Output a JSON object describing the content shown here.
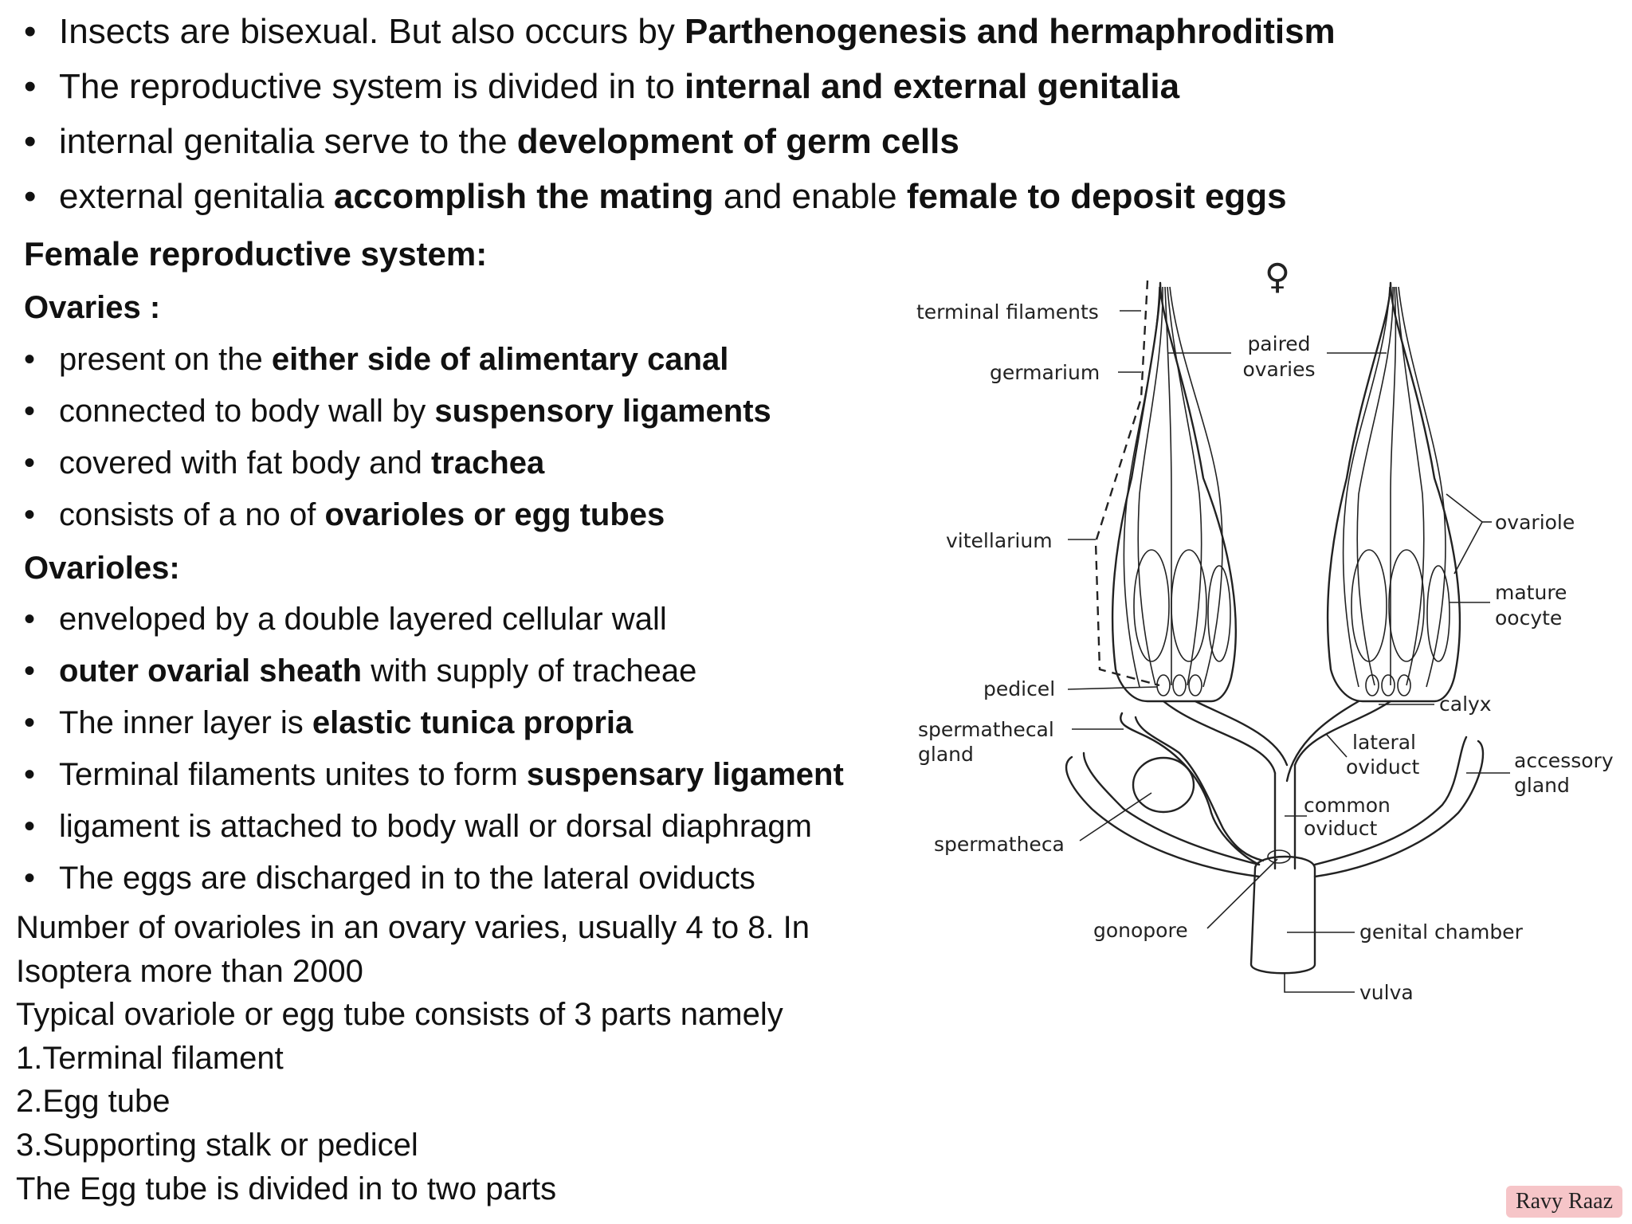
{
  "bullets_top": [
    {
      "plain": "Insects are bisexual. But also occurs by ",
      "bold": "Parthenogenesis and hermaphroditism"
    },
    {
      "plain": "The reproductive system is divided in to ",
      "bold": "internal and external genitalia"
    },
    {
      "plain": "internal genitalia serve to the ",
      "bold": "development of germ cells"
    },
    {
      "plain": "external genitalia ",
      "bold": "accomplish the mating",
      "plain2": " and enable ",
      "bold2": "female to deposit eggs"
    }
  ],
  "heading_female": "Female reproductive system:",
  "heading_ovaries": "Ovaries :",
  "ovaries_bullets": [
    {
      "plain": "present on the ",
      "bold": "either side of alimentary canal"
    },
    {
      "plain": "connected to body wall by ",
      "bold": "suspensory ligaments"
    },
    {
      "plain": "covered with fat body and ",
      "bold": "trachea"
    },
    {
      "plain": "consists of a no of ",
      "bold": "ovarioles or egg tubes"
    }
  ],
  "heading_ovarioles": "Ovarioles:",
  "ovarioles_bullets": [
    {
      "plain": "enveloped by a double layered cellular wall"
    },
    {
      "bold": "outer ovarial sheath",
      "plain": " with supply of tracheae"
    },
    {
      "plain": "The inner layer is ",
      "bold": "elastic tunica propria"
    },
    {
      "plain": "Terminal filaments unites to form ",
      "bold": "suspensary ligament"
    },
    {
      "plain": "ligament is attached to body wall or dorsal diaphragm"
    },
    {
      "plain": "The eggs are discharged in to the lateral oviducts"
    }
  ],
  "paragraphs": [
    "Number of ovarioles in an ovary varies, usually 4 to 8. In",
    "Isoptera more than 2000",
    "Typical ovariole or egg tube consists of 3 parts namely",
    "1.Terminal filament",
    "2.Egg tube",
    "3.Supporting stalk or pedicel",
    "The Egg tube is divided in to two parts"
  ],
  "diagram": {
    "symbol": "♀",
    "labels": {
      "terminal_filaments": "terminal filaments",
      "germarium": "germarium",
      "paired": "paired",
      "ovaries": "ovaries",
      "vitellarium": "vitellarium",
      "ovariole": "ovariole",
      "mature": "mature",
      "oocyte": "oocyte",
      "pedicel": "pedicel",
      "calyx": "calyx",
      "spermathecal": "spermathecal",
      "gland": "gland",
      "lateral": "lateral",
      "oviduct": "oviduct",
      "accessory": "accessory",
      "accessory_gland": "gland",
      "common": "common",
      "common_oviduct": "oviduct",
      "spermatheca": "spermatheca",
      "gonopore": "gonopore",
      "genital_chamber": "genital chamber",
      "vulva": "vulva"
    }
  },
  "watermark": "Ravy Raaz"
}
